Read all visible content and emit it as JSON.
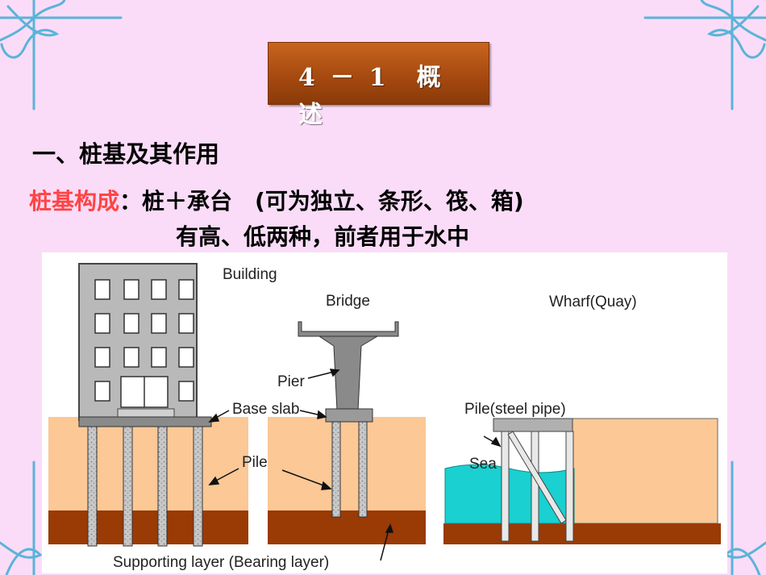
{
  "slide": {
    "title": "4 － 1　概述",
    "heading": "一、桩基及其作用",
    "composition_label": "桩基构成",
    "composition_text": "：桩＋承台　(可为独立、条形、筏、箱)",
    "height_note": "有高、低两种，前者用于水中"
  },
  "figure": {
    "building_label": "Building",
    "bridge_label": "Bridge",
    "wharf_label": "Wharf(Quay)",
    "pier_label": "Pier",
    "base_slab_label": "Base slab",
    "pile_label": "Pile",
    "steel_pile_label": "Pile(steel pipe)",
    "sea_label": "Sea",
    "supporting_layer_label": "Supporting layer (Bearing layer)"
  },
  "colors": {
    "background": "#fadcf8",
    "title_box": "#a64a10",
    "highlight_text": "#ff4444",
    "soil": "#fbc896",
    "bearing_layer": "#9a3a05",
    "sea": "#1ad0d0"
  }
}
